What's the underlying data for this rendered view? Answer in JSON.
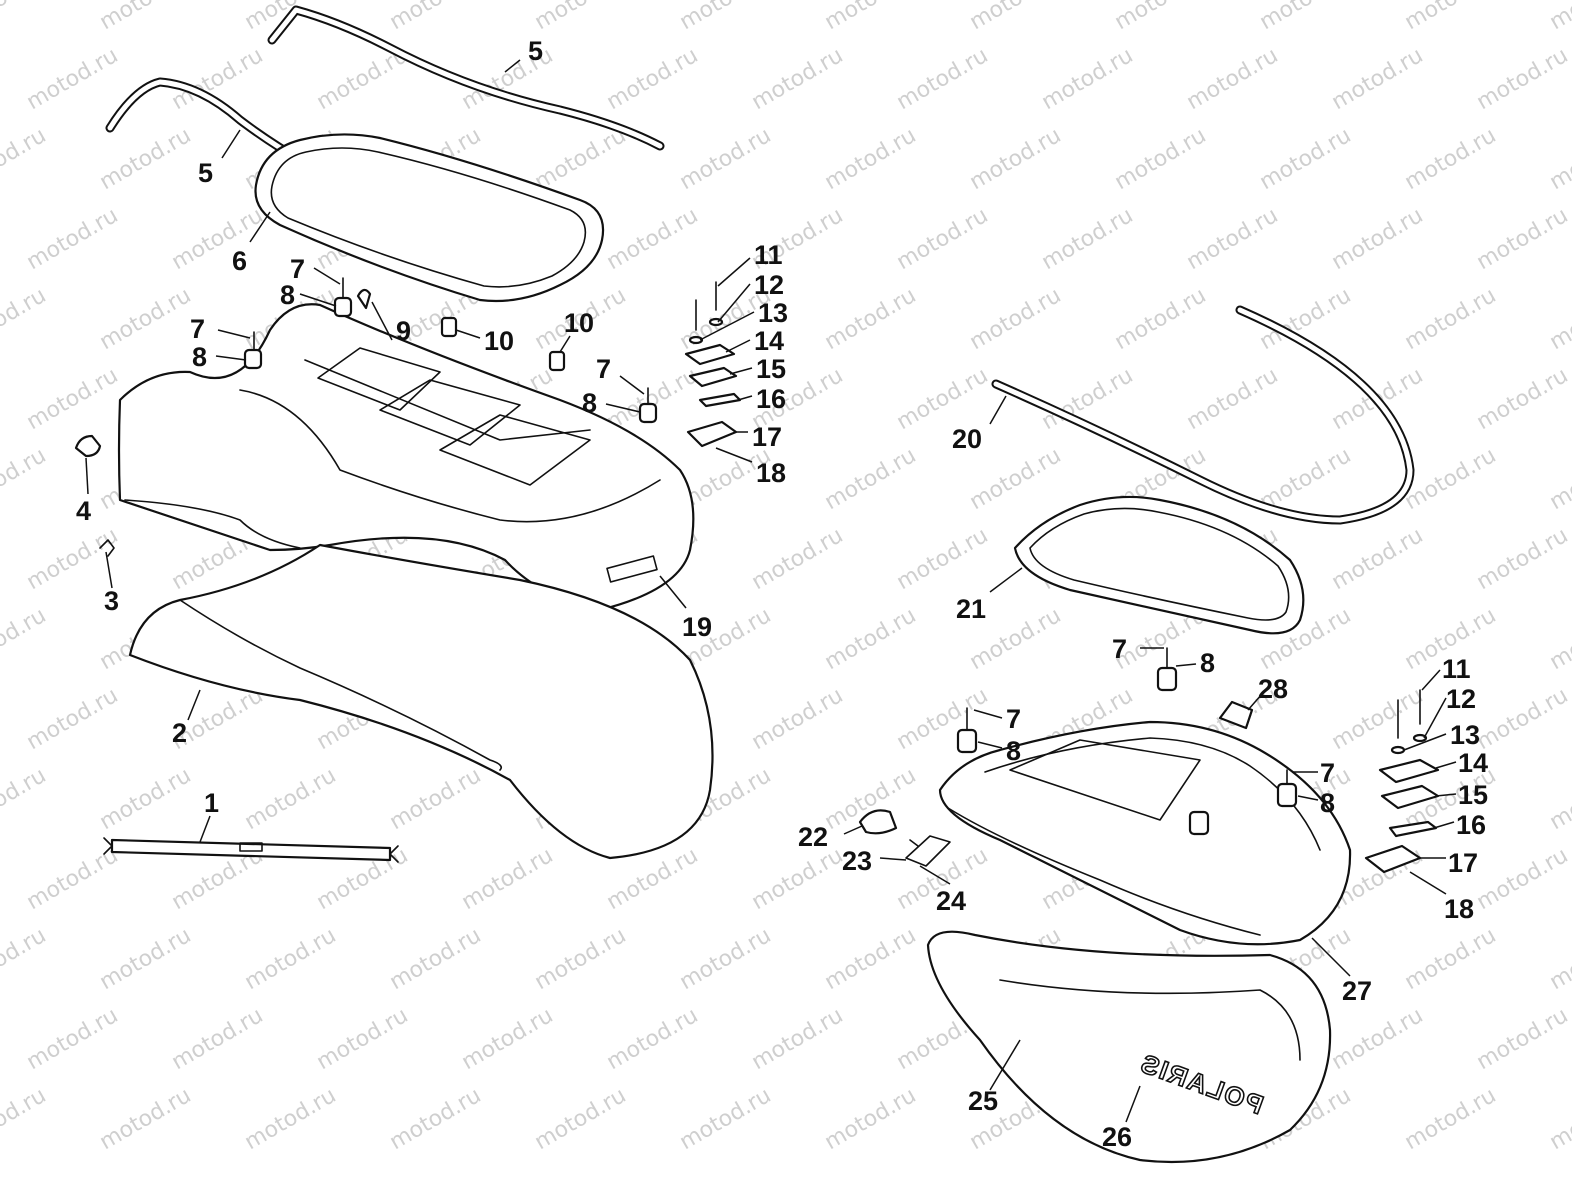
{
  "watermark": {
    "text": "motod.ru"
  },
  "brand_logo": {
    "text": "POLARIS"
  },
  "callouts": [
    {
      "id": "c1",
      "label": "1"
    },
    {
      "id": "c2",
      "label": "2"
    },
    {
      "id": "c3",
      "label": "3"
    },
    {
      "id": "c4",
      "label": "4"
    },
    {
      "id": "c5a",
      "label": "5"
    },
    {
      "id": "c5b",
      "label": "5"
    },
    {
      "id": "c6",
      "label": "6"
    },
    {
      "id": "c7a",
      "label": "7"
    },
    {
      "id": "c7b",
      "label": "7"
    },
    {
      "id": "c7c",
      "label": "7"
    },
    {
      "id": "c8a",
      "label": "8"
    },
    {
      "id": "c8b",
      "label": "8"
    },
    {
      "id": "c8c",
      "label": "8"
    },
    {
      "id": "c9",
      "label": "9"
    },
    {
      "id": "c10a",
      "label": "10"
    },
    {
      "id": "c10b",
      "label": "10"
    },
    {
      "id": "c11a",
      "label": "11"
    },
    {
      "id": "c12a",
      "label": "12"
    },
    {
      "id": "c13a",
      "label": "13"
    },
    {
      "id": "c14a",
      "label": "14"
    },
    {
      "id": "c15a",
      "label": "15"
    },
    {
      "id": "c16a",
      "label": "16"
    },
    {
      "id": "c17a",
      "label": "17"
    },
    {
      "id": "c18a",
      "label": "18"
    },
    {
      "id": "c19",
      "label": "19"
    },
    {
      "id": "c20",
      "label": "20"
    },
    {
      "id": "c21",
      "label": "21"
    },
    {
      "id": "c7d",
      "label": "7"
    },
    {
      "id": "c8d",
      "label": "8"
    },
    {
      "id": "c7e",
      "label": "7"
    },
    {
      "id": "c8e",
      "label": "8"
    },
    {
      "id": "c28",
      "label": "28"
    },
    {
      "id": "c7f",
      "label": "7"
    },
    {
      "id": "c8f",
      "label": "8"
    },
    {
      "id": "c11b",
      "label": "11"
    },
    {
      "id": "c12b",
      "label": "12"
    },
    {
      "id": "c13b",
      "label": "13"
    },
    {
      "id": "c14b",
      "label": "14"
    },
    {
      "id": "c15b",
      "label": "15"
    },
    {
      "id": "c16b",
      "label": "16"
    },
    {
      "id": "c17b",
      "label": "17"
    },
    {
      "id": "c18b",
      "label": "18"
    },
    {
      "id": "c22",
      "label": "22"
    },
    {
      "id": "c23",
      "label": "23"
    },
    {
      "id": "c24",
      "label": "24"
    },
    {
      "id": "c25",
      "label": "25"
    },
    {
      "id": "c26",
      "label": "26"
    },
    {
      "id": "c27",
      "label": "27"
    }
  ]
}
